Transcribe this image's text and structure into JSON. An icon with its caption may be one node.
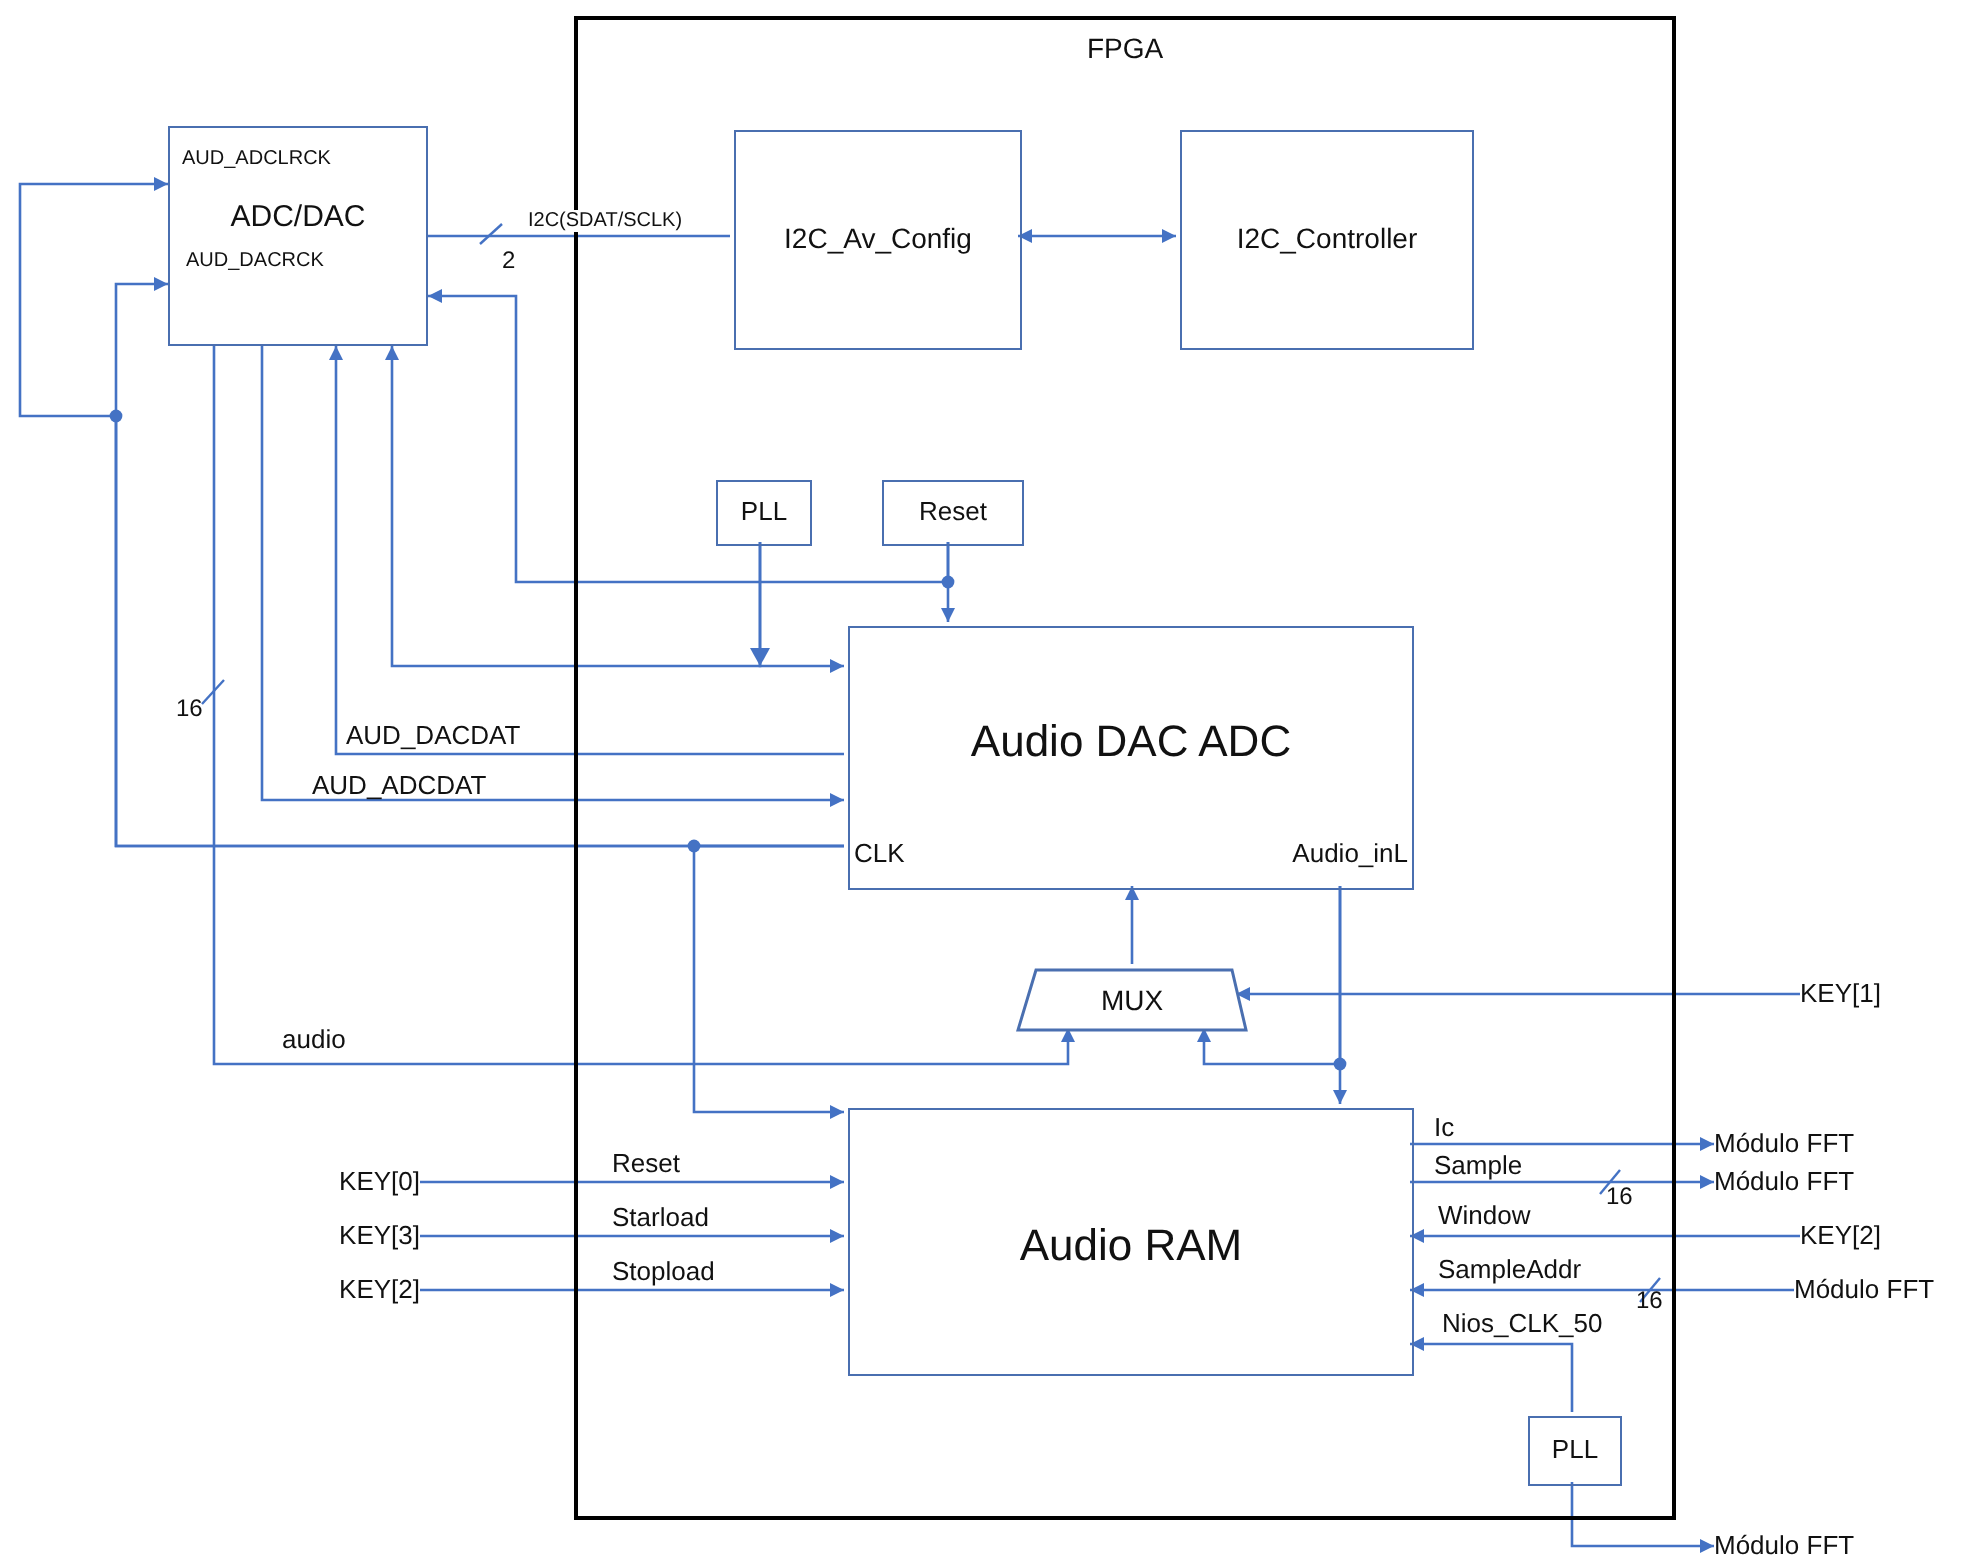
{
  "diagram": {
    "nodes": [
      {
        "text": [
          "FPGA"
        ]
      },
      {
        "text": [
          "AUD_ADCLRCK",
          "ADC/DAC",
          "AUD_DACRCK"
        ]
      },
      {
        "text": [
          "I2C_Av_Config"
        ],
        "in": 0
      },
      {
        "text": [
          "I2C_Controller"
        ],
        "in": 0
      },
      {
        "text": [
          "PLL"
        ],
        "in": 0
      },
      {
        "text": [
          "Reset"
        ],
        "in": 0
      },
      {
        "text": [
          "Audio DAC ADC",
          "CLK",
          "Audio_inL"
        ],
        "in": 0
      },
      {
        "text": [
          "MUX"
        ],
        "in": 0
      },
      {
        "text": [
          "Audio RAM"
        ],
        "in": 0
      },
      {
        "text": [
          "PLL"
        ],
        "in": 0
      },
      {
        "text": [
          "KEY[1]"
        ]
      },
      {
        "text": [
          "KEY[0]"
        ]
      },
      {
        "text": [
          "KEY[3]"
        ]
      },
      {
        "text": [
          "KEY[2]"
        ]
      },
      {
        "text": [
          "Módulo FFT"
        ]
      },
      {
        "text": [
          "Módulo FFT"
        ]
      },
      {
        "text": [
          "KEY[2]"
        ]
      },
      {
        "text": [
          "Módulo FFT"
        ]
      },
      {
        "text": [
          "Módulo FFT"
        ]
      }
    ],
    "edges": [
      {
        "from": 1,
        "to": 2,
        "arrow": "none",
        "label": "I2C(SDAT/SCLK)"
      },
      {
        "from": 2,
        "to": 3,
        "arrow": "both"
      },
      {
        "from": 6,
        "to": 1,
        "arrow": "to"
      },
      {
        "from": 6,
        "to": 1,
        "arrow": "to"
      },
      {
        "from": 6,
        "to": 8,
        "arrow": "to"
      },
      {
        "from": 5,
        "to": 6,
        "arrow": "to"
      },
      {
        "from": 5,
        "to": 1,
        "arrow": "to"
      },
      {
        "from": 4,
        "to": 6,
        "arrow": "to"
      },
      {
        "from": 4,
        "to": 1,
        "arrow": "to"
      },
      {
        "from": 6,
        "to": 1,
        "arrow": "to",
        "label": "AUD_DACDAT"
      },
      {
        "from": 1,
        "to": 6,
        "arrow": "to",
        "label": "AUD_ADCDAT"
      },
      {
        "from": 1,
        "to": 7,
        "arrow": "to",
        "label": "audio"
      },
      {
        "from": 7,
        "to": 6,
        "arrow": "to"
      },
      {
        "from": 6,
        "to": 8,
        "arrow": "to"
      },
      {
        "from": 6,
        "to": 7,
        "arrow": "to"
      },
      {
        "from": 10,
        "to": 7,
        "arrow": "to"
      },
      {
        "from": 11,
        "to": 8,
        "arrow": "to",
        "label": "Reset"
      },
      {
        "from": 12,
        "to": 8,
        "arrow": "to",
        "label": "Starload"
      },
      {
        "from": 13,
        "to": 8,
        "arrow": "to",
        "label": "Stopload"
      },
      {
        "from": 8,
        "to": 14,
        "arrow": "to",
        "label": "Ic"
      },
      {
        "from": 8,
        "to": 15,
        "arrow": "to",
        "label": "Sample"
      },
      {
        "from": 16,
        "to": 8,
        "arrow": "to",
        "label": "Window"
      },
      {
        "from": 17,
        "to": 8,
        "arrow": "to",
        "label": "SampleAddr"
      },
      {
        "from": 9,
        "to": 8,
        "arrow": "to",
        "label": "Nios_CLK_50"
      },
      {
        "from": 9,
        "to": 18,
        "arrow": "to"
      }
    ],
    "labels": [
      "2",
      "16",
      "16",
      "16"
    ]
  }
}
